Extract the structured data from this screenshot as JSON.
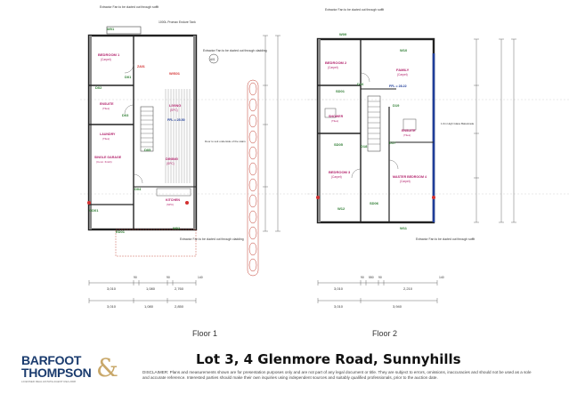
{
  "title": "Lot 3, 4 Glenmore Road, Sunnyhills",
  "disclaimer": "DISCLAIMER: Plans and measurements shown are for presentation purposes only and are not part of any legal document or title. They are subject to errors, omissions, inaccuracies and should not be used as a sole and accurate reference. Interested parties should make their own inquiries using independent sources and suitably qualified professionals, prior to the auction date.",
  "logo": {
    "line1": "BARFOOT",
    "line2": "THOMPSON",
    "amp": "&",
    "tagline": "LICENSED REAL ESTATE AGENT REA 2008"
  },
  "colors": {
    "brand": "#1a3b6e",
    "accent": "#c9a86a",
    "annotation": "#d32f2f",
    "room_tag": "#2e7d32",
    "balustrade": "#1f3d99"
  },
  "floor1": {
    "label": "Floor 1",
    "rooms": [
      {
        "name": "BEDROOM 1",
        "finish": "(Carpet)"
      },
      {
        "name": "ENSUITE",
        "finish": "(Tiles)"
      },
      {
        "name": "LIVING",
        "finish": "(SPC)"
      },
      {
        "name": "LAUNDRY",
        "finish": "(Tiles)"
      },
      {
        "name": "SINGLE GARAGE",
        "finish": "(Conc. finish)"
      },
      {
        "name": "DINING",
        "finish": "(SPC)"
      },
      {
        "name": "KITCHEN",
        "finish": "(SPC)"
      }
    ],
    "tags": [
      "W01",
      "W02",
      "W/S01",
      "D01",
      "D02",
      "D03",
      "D04",
      "D05",
      "GD01",
      "ED01",
      "A01",
      "ZA01"
    ],
    "ffl": "FFL = 25.50",
    "notes": [
      "Extractor Fan to be ducted out through soffit",
      "1000L Promax Endure Tank",
      "Extractor Fan to be ducted out through cladding",
      "Door to suit underside of the stairs",
      "Extractor Fan to be ducted out through cladding"
    ],
    "dim_top": [
      "3,010",
      "90",
      "1,080",
      "90",
      "2,760",
      "140"
    ],
    "dim_total": [
      "3,010",
      "1,080",
      "2,850"
    ]
  },
  "floor2": {
    "label": "Floor 2",
    "rooms": [
      {
        "name": "BEDROOM 2",
        "finish": "(Carpet)"
      },
      {
        "name": "FAMILY",
        "finish": "(Carpet)"
      },
      {
        "name": "SHOWER",
        "finish": "(Tiles)"
      },
      {
        "name": "ENSUITE",
        "finish": "(Tiles)"
      },
      {
        "name": "BEDROOM 3",
        "finish": "(Carpet)"
      },
      {
        "name": "MASTER BEDROOM 4",
        "finish": "(Carpet)"
      }
    ],
    "tags": [
      "W09",
      "W10",
      "W11",
      "W12",
      "D16",
      "D17",
      "D18",
      "D19",
      "SD01",
      "SD05",
      "SD06"
    ],
    "ffl": "FFL = 28.22",
    "notes": [
      "1.0m High Glass Balustrade",
      "Extractor Fan to be ducted out through soffit"
    ],
    "dim_top": [
      "3,010",
      "90",
      "550",
      "90",
      "2,210",
      "140"
    ],
    "dim_total": [
      "3,010",
      "3,940"
    ]
  }
}
